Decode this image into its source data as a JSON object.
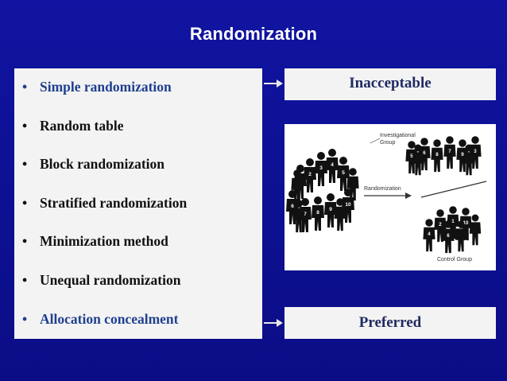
{
  "slide": {
    "title": "Randomization",
    "bullet_glyph": "•",
    "methods": [
      {
        "label": "Simple randomization",
        "highlight": true
      },
      {
        "label": "Random table",
        "highlight": false
      },
      {
        "label": "Block randomization",
        "highlight": false
      },
      {
        "label": "Stratified randomization",
        "highlight": false
      },
      {
        "label": "Minimization method",
        "highlight": false
      },
      {
        "label": "Unequal randomization",
        "highlight": false
      },
      {
        "label": "Allocation concealment",
        "highlight": true
      }
    ],
    "verdict_top": "Inacceptable",
    "verdict_bottom": "Preferred"
  },
  "diagram": {
    "group_top_label_1": "Investigational",
    "group_top_label_2": "Group",
    "arrow_label": "Randomization",
    "group_bottom_label": "Control Group",
    "pool_numbers": [
      "1",
      "2",
      "3",
      "4",
      "5",
      "6",
      "7",
      "8",
      "9",
      "10"
    ],
    "top_group_numbers": [
      "5",
      "6",
      "8",
      "7",
      "9",
      "3"
    ],
    "bottom_group_numbers": [
      "2",
      "1",
      "10",
      "4",
      "6"
    ]
  },
  "colors": {
    "background": "#0d0f8f",
    "box": "#f3f3f3",
    "highlight_text": "#1f3f8f",
    "figure": "#111111"
  }
}
